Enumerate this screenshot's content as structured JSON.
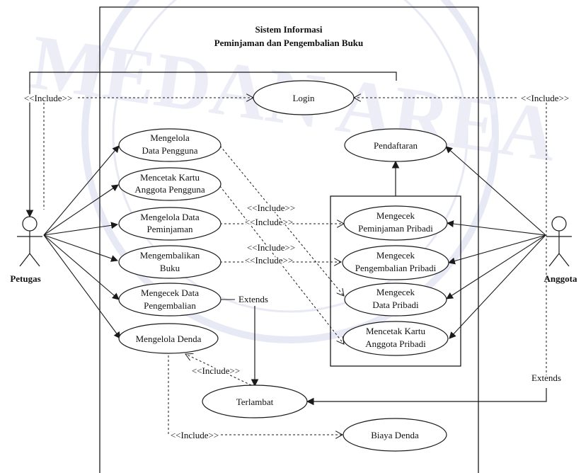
{
  "colors": {
    "line": "#1a1a1a",
    "fill": "#ffffff",
    "watermark": "#d5d8ec"
  },
  "watermark": {
    "text": "MEDAN AREA"
  },
  "system": {
    "title_line1": "Sistem Informasi",
    "title_line2": "Peminjaman dan Pengembalian Buku"
  },
  "actors": {
    "petugas": "Petugas",
    "anggota": "Anggota"
  },
  "usecases": {
    "login": [
      "Login"
    ],
    "pendaftaran": [
      "Pendaftaran"
    ],
    "mengelola_data_pengguna": [
      "Mengelola",
      "Data Pengguna"
    ],
    "mencetak_kartu_anggota_pengguna": [
      "Mencetak Kartu",
      "Anggota Pengguna"
    ],
    "mengelola_data_peminjaman": [
      "Mengelola Data",
      "Peminjaman"
    ],
    "mengembalikan_buku": [
      "Mengembalikan",
      "Buku"
    ],
    "mengecek_data_pengembalian": [
      "Mengecek Data",
      "Pengembalian"
    ],
    "mengelola_denda": [
      "Mengelola Denda"
    ],
    "mengecek_peminjaman_pribadi": [
      "Mengecek",
      "Peminjaman Pribadi"
    ],
    "mengecek_pengembalian_pribadi": [
      "Mengecek",
      "Pengembalian Pribadi"
    ],
    "mengecek_data_pribadi": [
      "Mengecek",
      "Data Pribadi"
    ],
    "mencetak_kartu_anggota_pribadi": [
      "Mencetak Kartu",
      "Anggota Pribadi"
    ],
    "terlambat": [
      "Terlambat"
    ],
    "biaya_denda": [
      "Biaya Denda"
    ]
  },
  "relations": {
    "include": "<<Include>>",
    "extends": "Extends"
  }
}
